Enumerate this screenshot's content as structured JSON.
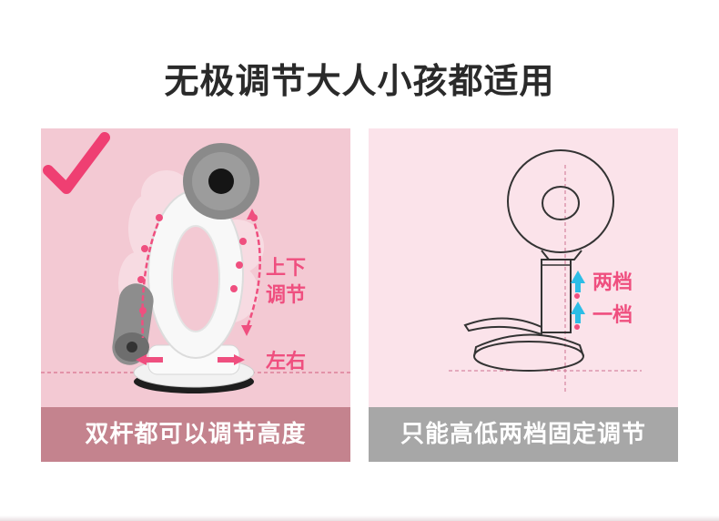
{
  "headline": "无极调节大人小孩都适用",
  "left_panel": {
    "label_updown_1": "上下",
    "label_updown_2": "调节",
    "label_leftright": "左右",
    "caption": "双杆都可以调节高度",
    "accent_color": "#ef4f7f"
  },
  "right_panel": {
    "label_two_step": "两档",
    "label_one_step": "一档",
    "caption": "只能高低两档固定调节",
    "arrow_color": "#2cbde6",
    "text_color": "#ef4f7f"
  }
}
